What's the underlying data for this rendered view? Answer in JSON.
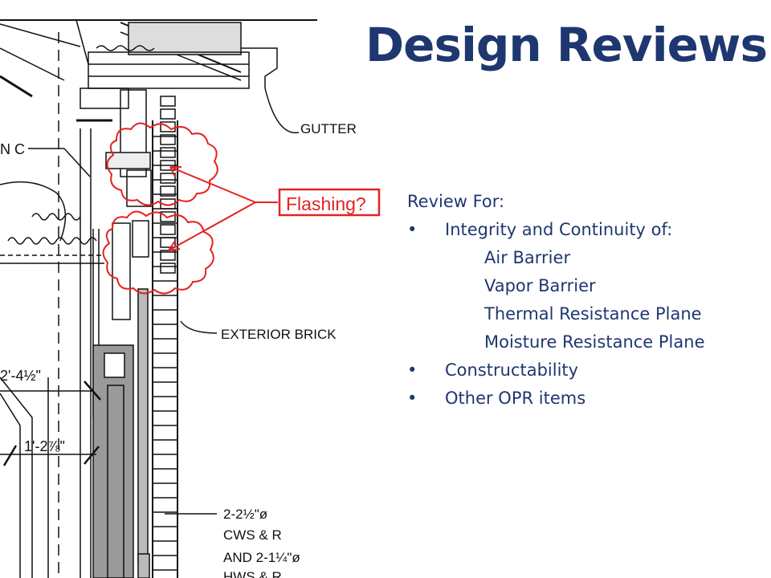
{
  "slide": {
    "title": "Design Reviews",
    "review_heading": "Review For:",
    "bullets": [
      {
        "text": "Integrity and Continuity of:",
        "sub": [
          "Air Barrier",
          "Vapor Barrier",
          "Thermal Resistance Plane",
          "Moisture Resistance Plane"
        ]
      },
      {
        "text": "Constructability"
      },
      {
        "text": "Other OPR items"
      }
    ],
    "bullet_glyph": "•"
  },
  "drawing": {
    "labels": {
      "gutter": "GUTTER",
      "exterior_brick": "EXTERIOR BRICK",
      "centerline": "N C",
      "dim1": "2'-4½\"",
      "dim2": "1'-2⅞\"",
      "pipe1": "2-2½\"ø",
      "pipe2": "CWS & R",
      "pipe3": "AND 2-1¼\"ø",
      "pipe4": "HWS & R"
    },
    "callout": "Flashing?",
    "callout_color": "#e52222",
    "title_color": "#1f3770"
  }
}
